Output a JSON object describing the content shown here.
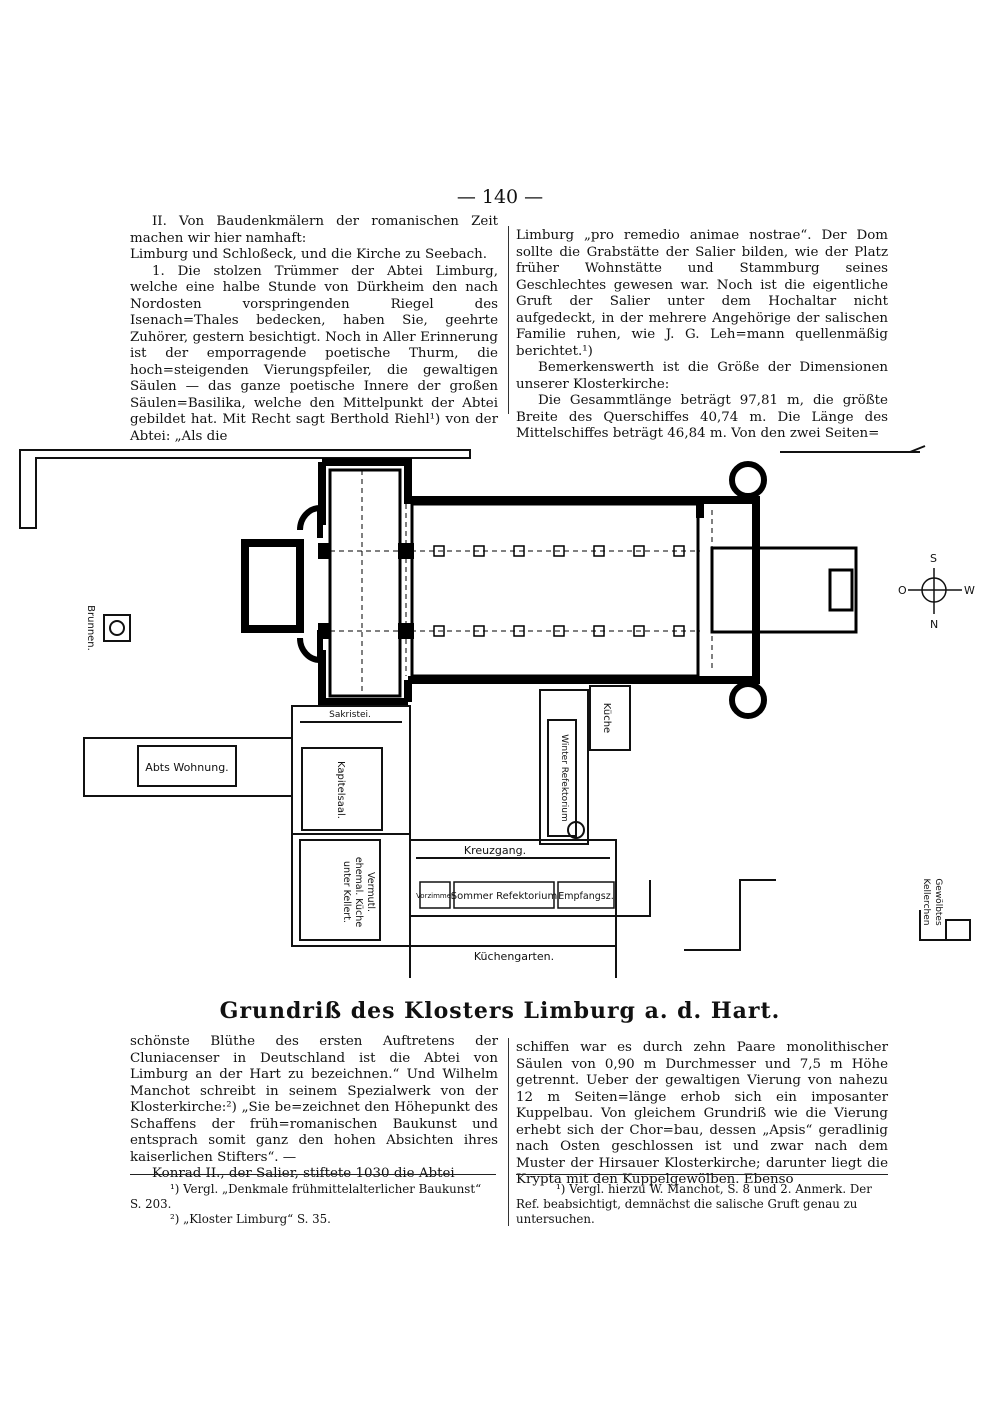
{
  "page_number": "— 140 —",
  "left_top": {
    "p1": "II. Von Baudenkmälern der romanischen Zeit machen wir hier namhaft:",
    "p2": "Limburg und Schloßeck, und die Kirche zu Seebach.",
    "p3": "1. Die stolzen Trümmer der Abtei Limburg, welche eine halbe Stunde von Dürkheim den nach Nordosten vorspringenden Riegel des Isenach=Thales bedecken, haben Sie, geehrte Zuhörer, gestern besichtigt. Noch in Aller Erinnerung ist der emporragende poetische Thurm, die hoch=steigenden Vierungspfeiler, die gewaltigen Säulen — das ganze poetische Innere der großen Säulen=Basilika, welche den Mittelpunkt der Abtei gebildet hat. Mit Recht sagt Berthold Riehl¹) von der Abtei: „Als die"
  },
  "right_top": {
    "p1": "Limburg „pro remedio animae nostrae“. Der Dom sollte die Grabstätte der Salier bilden, wie der Platz früher Wohnstätte und Stammburg seines Geschlechtes gewesen war. Noch ist die eigentliche Gruft der Salier unter dem Hochaltar nicht aufgedeckt, in der mehrere Angehörige der salischen Familie ruhen, wie J. G. Leh=mann quellenmäßig berichtet.¹)",
    "p2": "Bemerkenswerth ist die Größe der Dimensionen unserer Klosterkirche:",
    "p3": "Die Gesammtlänge beträgt 97,81 m, die größte Breite des Querschiffes 40,74 m. Die Länge des Mittelschiffes beträgt 46,84 m. Von den zwei Seiten="
  },
  "plan": {
    "labels": {
      "brunnen": "Brunnen.",
      "sakristei": "Sakristei.",
      "abts": "Abts Wohnung.",
      "kapitel": "Kapitelsaal.",
      "winter": "Winter Refektorium",
      "kueche": "Küche",
      "kreuzgang": "Kreuzgang.",
      "vermutl1": "Vermutl.",
      "vermutl2": "ehemal. Küche",
      "vermutl3": "unter Kellert.",
      "vorzimmer": "Vorzimmer",
      "sommer": "Sommer Refektorium",
      "empfang": "Empfangsz.",
      "kuechengarten": "Küchengarten.",
      "gewoelbte1": "Gewölbtes",
      "gewoelbte2": "Kellerchen"
    },
    "compass": {
      "s": "S",
      "o": "O",
      "w": "W",
      "n": "N"
    }
  },
  "caption": "Grundriß des Klosters Limburg a. d. Hart.",
  "left_bottom": {
    "p1": "schönste Blüthe des ersten Auftretens der Cluniacenser in Deutschland ist die Abtei von Limburg an der Hart zu bezeichnen.“ Und Wilhelm Manchot schreibt in seinem Spezialwerk von der Klosterkirche:²) „Sie be=zeichnet den Höhepunkt des Schaffens der früh=romanischen Baukunst und entsprach somit ganz den hohen Absichten ihres kaiserlichen Stifters“. —",
    "p2": "Konrad II., der Salier, stiftete 1030 die Abtei"
  },
  "right_bottom": {
    "p1": "schiffen war es durch zehn Paare monolithischer Säulen von 0,90 m Durchmesser und 7,5 m Höhe getrennt. Ueber der gewaltigen Vierung von nahezu 12 m Seiten=länge erhob sich ein imposanter Kuppelbau. Von gleichem Grundriß wie die Vierung erhebt sich der Chor=bau, dessen „Apsis“ geradlinig nach Osten geschlossen ist und zwar nach dem Muster der Hirsauer Klosterkirche; darunter liegt die Krypta mit den Kuppelgewölben. Ebenso"
  },
  "footnotes_left": {
    "f1": "¹) Vergl. „Denkmale frühmittelalterlicher Baukunst“ S. 203.",
    "f2": "²) „Kloster Limburg“ S. 35."
  },
  "footnotes_right": {
    "f1": "¹) Vergl. hierzu W. Manchot, S. 8 und 2. Anmerk. Der Ref. beabsichtigt, demnächst die salische Gruft genau zu untersuchen."
  }
}
